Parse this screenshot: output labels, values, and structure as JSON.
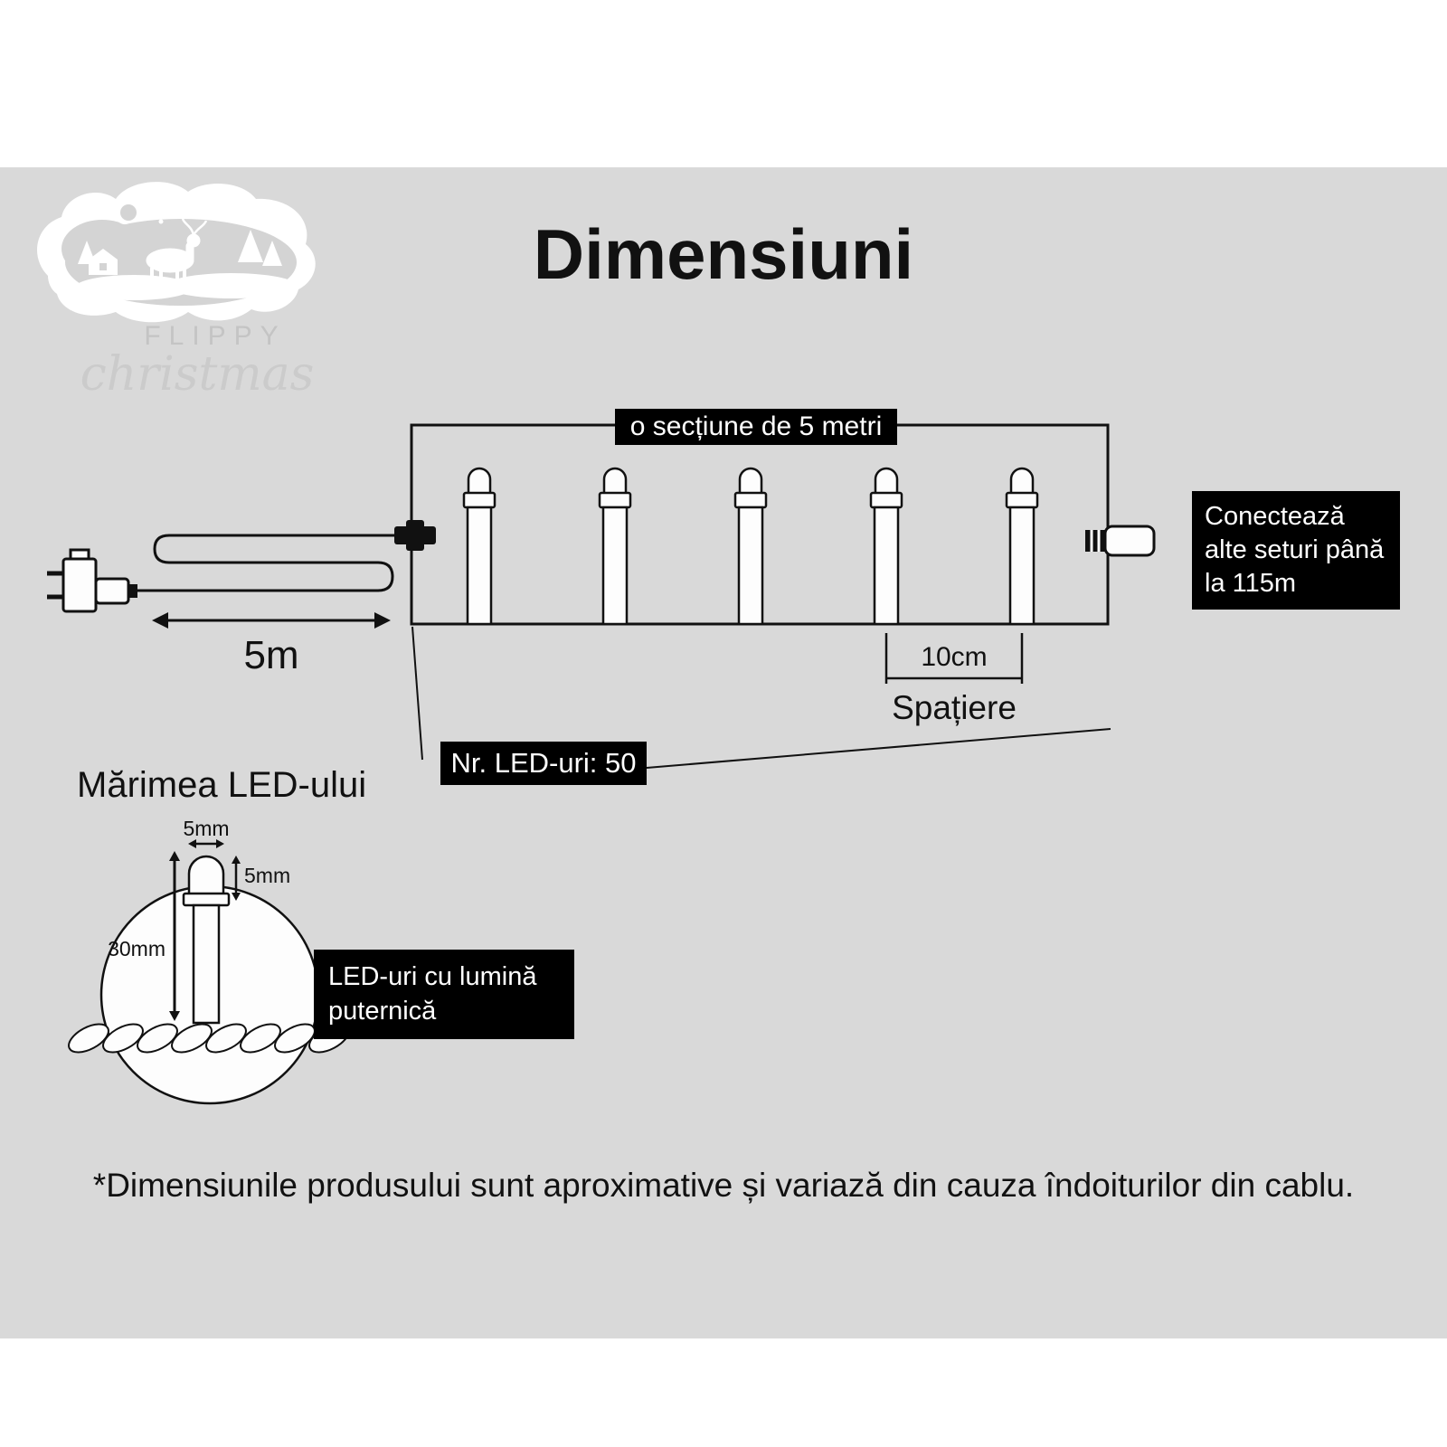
{
  "page": {
    "title": "Dimensiuni",
    "footnote": "*Dimensiunile produsului sunt aproximative și variază din cauza îndoiturilor din cablu."
  },
  "logo": {
    "brand": "FLIPPY",
    "brand_script": "christmas"
  },
  "string_diagram": {
    "section_label": "o secțiune de 5 metri",
    "lead_length": "5m",
    "spacing_value": "10cm",
    "spacing_label": "Spațiere",
    "connect_note": "Conectează alte seturi până la 115m",
    "led_count": "Nr. LED-uri: 50"
  },
  "led_detail": {
    "heading": "Mărimea LED-ului",
    "bulb_width": "5mm",
    "bulb_height": "5mm",
    "bulb_length": "30mm",
    "note": "LED-uri cu lumină puternică"
  },
  "colors": {
    "background": "#ffffff",
    "panel": "#d9d9d9",
    "ink": "#111111",
    "label_background": "#000000",
    "label_text": "#ffffff"
  }
}
